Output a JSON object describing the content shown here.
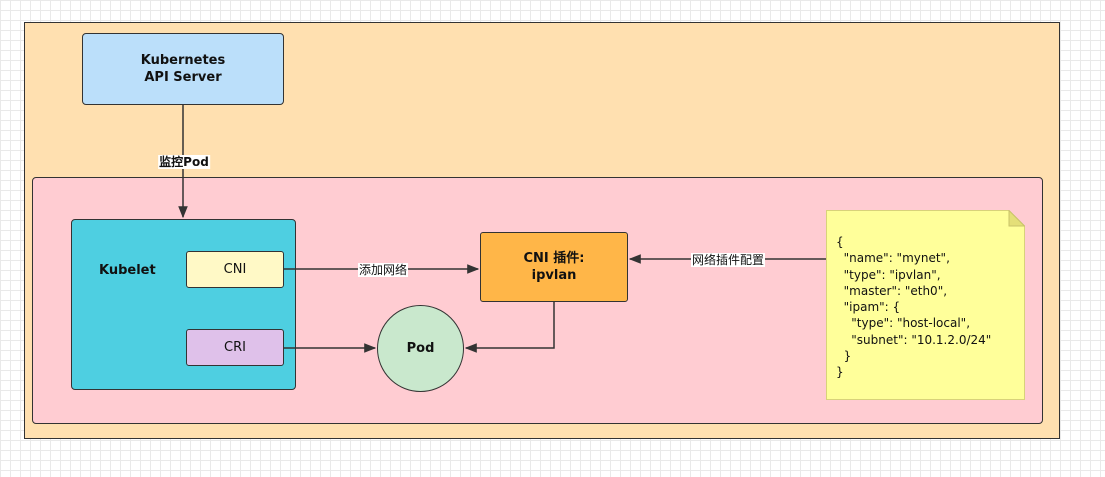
{
  "nodes": {
    "api_server": {
      "line1": "Kubernetes",
      "line2": "API Server"
    },
    "kubelet": "Kubelet",
    "cni": "CNI",
    "cri": "CRI",
    "cni_plugin": {
      "line1": "CNI 插件:",
      "line2": "ipvlan"
    },
    "pod": "Pod"
  },
  "edges": {
    "watch_pod": "监控Pod",
    "add_network": "添加网络",
    "plugin_config": "网络插件配置"
  },
  "config_note": "{\n  \"name\": \"mynet\",\n  \"type\": \"ipvlan\",\n  \"master\": \"eth0\",\n  \"ipam\": {\n    \"type\": \"host-local\",\n    \"subnet\": \"10.1.2.0/24\"\n  }\n}",
  "colors": {
    "outer": "#ffe0b0",
    "inner": "#ffccd2",
    "api_server": "#bbdffa",
    "kubelet": "#4ecfe1",
    "cni": "#fff9c6",
    "cri": "#dfc1ea",
    "plugin": "#ffb648",
    "pod": "#c9e8cd",
    "note": "#ffff9a"
  }
}
